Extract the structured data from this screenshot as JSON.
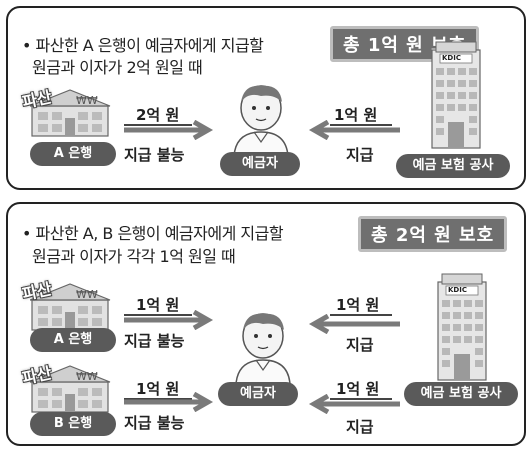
{
  "panel1": {
    "line1": "• 파산한 A 은행이 예금자에게 지급할",
    "line2": "원금과 이자가 2억 원일 때",
    "badge": "총 1억 원 보호",
    "bank_stamp": "파산",
    "bank_label": "A 은행",
    "amount_left": "2억 원",
    "status_left": "지급 불능",
    "depositor": "예금자",
    "amount_right": "1억 원",
    "status_right": "지급",
    "insurer": "예금 보험 공사",
    "insurer_sign": "KDIC"
  },
  "panel2": {
    "line1": "• 파산한 A, B 은행이 예금자에게 지급할",
    "line2": "원금과 이자가 각각 1억 원일 때",
    "badge": "총 2억 원 보호",
    "bank_a_stamp": "파산",
    "bank_a_label": "A 은행",
    "bank_b_stamp": "파산",
    "bank_b_label": "B 은행",
    "amount_a": "1억 원",
    "status_a": "지급 불능",
    "amount_b": "1억 원",
    "status_b": "지급 불능",
    "depositor": "예금자",
    "amount_right_top": "1억 원",
    "status_right_top": "지급",
    "amount_right_bottom": "1억 원",
    "status_right_bottom": "지급",
    "insurer": "예금 보험 공사",
    "insurer_sign": "KDIC"
  },
  "colors": {
    "pill": "#5a5a5a",
    "badge": "#6f6f6f",
    "arrow": "#7a7a7a"
  }
}
